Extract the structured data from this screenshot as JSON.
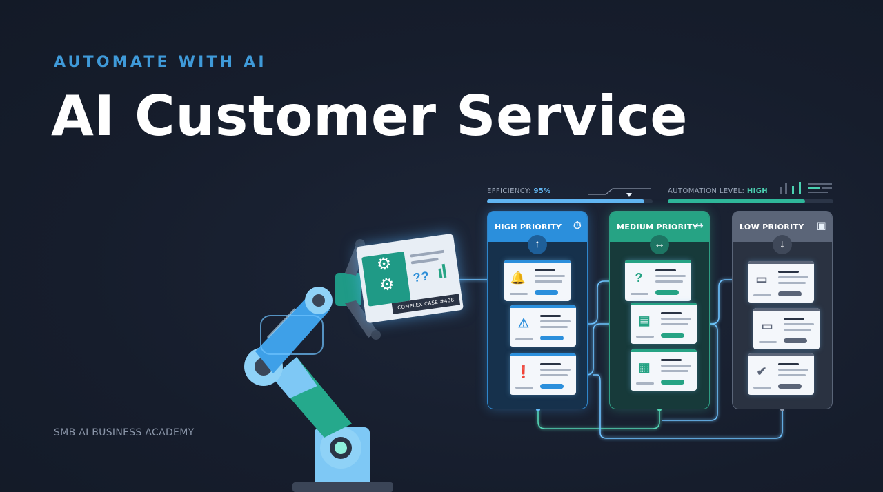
{
  "hero": {
    "eyebrow": "AUTOMATE WITH AI",
    "title": "AI Customer Service",
    "footer": "SMB AI BUSINESS ACADEMY"
  },
  "stats": {
    "efficiency_label": "EFFICIENCY:",
    "efficiency_value": "95%",
    "efficiency_fill": 0.95,
    "automation_label": "AUTOMATION LEVEL:",
    "automation_value": "HIGH",
    "automation_fill": 0.83
  },
  "robot": {
    "screen_tag": "COMPLEX CASE #408",
    "screen_marks": "??"
  },
  "columns": [
    {
      "title": "HIGH PRIORITY",
      "header_icon": "stopwatch-icon",
      "badge_icon": "arrow-up-icon",
      "accent": "#2b8fdc",
      "tickets": [
        "alarm-icon",
        "warning-triangle-icon",
        "exclamation-circle-icon"
      ]
    },
    {
      "title": "MEDIUM PRIORITY",
      "header_icon": "arrows-horizontal-icon",
      "badge_icon": "arrows-horizontal-icon",
      "accent": "#26a384",
      "tickets": [
        "question-bubble-icon",
        "document-icon",
        "file-icon"
      ]
    },
    {
      "title": "LOW PRIORITY",
      "header_icon": "archive-box-icon",
      "badge_icon": "arrow-down-icon",
      "accent": "#5b6578",
      "tickets": [
        "chat-bubble-icon",
        "conversation-icon",
        "checkmark-circle-icon"
      ]
    }
  ],
  "colors": {
    "background": "#161d2c",
    "eyebrow": "#3f9ad9",
    "high": "#2b8fdc",
    "medium": "#26a384",
    "low": "#5b6578",
    "glow": "#6fc3ff"
  }
}
